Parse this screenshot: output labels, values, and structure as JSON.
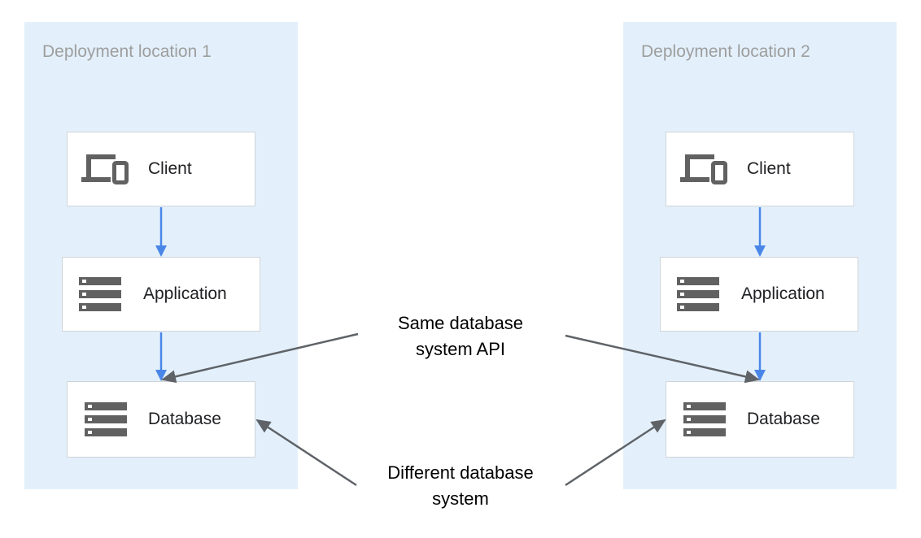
{
  "regions": [
    {
      "title": "Deployment location 1",
      "nodes": {
        "client": {
          "label": "Client",
          "icon": "devices-icon"
        },
        "application": {
          "label": "Application",
          "icon": "server-icon"
        },
        "database": {
          "label": "Database",
          "icon": "server-icon"
        }
      }
    },
    {
      "title": "Deployment location 2",
      "nodes": {
        "client": {
          "label": "Client",
          "icon": "devices-icon"
        },
        "application": {
          "label": "Application",
          "icon": "server-icon"
        },
        "database": {
          "label": "Database",
          "icon": "server-icon"
        }
      }
    }
  ],
  "callouts": {
    "same_api": {
      "line1": "Same database",
      "line2": "system API"
    },
    "different_system": {
      "line1": "Different database",
      "line2": "system"
    }
  },
  "colors": {
    "region_background": "#e3f0fb",
    "region_title": "#9e9e9e",
    "flow_arrow": "#4a86e8",
    "callout_arrow": "#5f6368",
    "icon": "#616161"
  }
}
